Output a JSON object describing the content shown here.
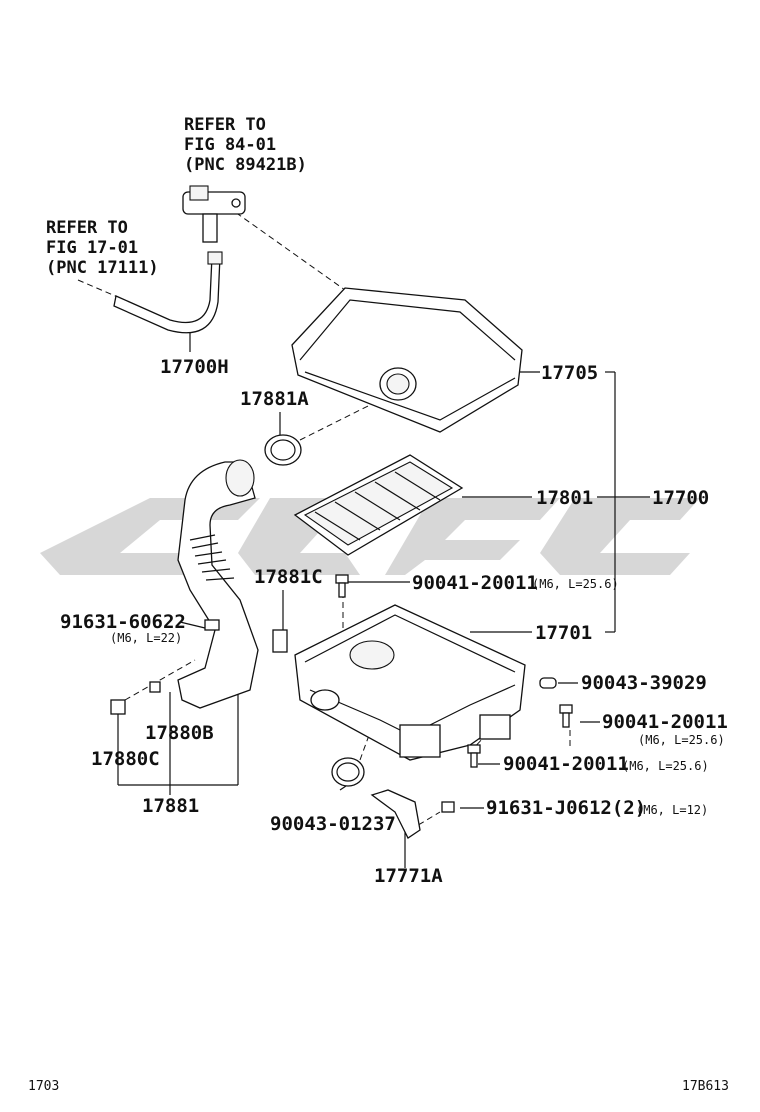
{
  "refer_notes": [
    {
      "lines": [
        "REFER TO",
        "FIG 84-01",
        "(PNC 89421B)"
      ]
    },
    {
      "lines": [
        "REFER TO",
        "FIG 17-01",
        "(PNC 17111)"
      ]
    }
  ],
  "labels": {
    "p17700H": "17700H",
    "p17705": "17705",
    "p17881A": "17881A",
    "p17801": "17801",
    "p17700": "17700",
    "p17881C": "17881C",
    "p90041_top": "90041-20011",
    "p90041_top_spec": "(M6, L=25.6)",
    "p17701": "17701",
    "p91631_60622": "91631-60622",
    "p91631_60622_spec": "(M6, L=22)",
    "p90043_39029": "90043-39029",
    "p90041_mid": "90041-20011",
    "p90041_mid_spec": "(M6, L=25.6)",
    "p17880B": "17880B",
    "p17880C": "17880C",
    "p90041_low": "90041-20011",
    "p90041_low_spec": "(M6, L=25.6)",
    "p17881": "17881",
    "p90043_01237": "90043-01237",
    "p91631_J0612": "91631-J0612(2)",
    "p91631_J0612_spec": "(M6, L=12)",
    "p17771A": "17771A"
  },
  "footer": {
    "left": "1703",
    "right": "17B613"
  }
}
